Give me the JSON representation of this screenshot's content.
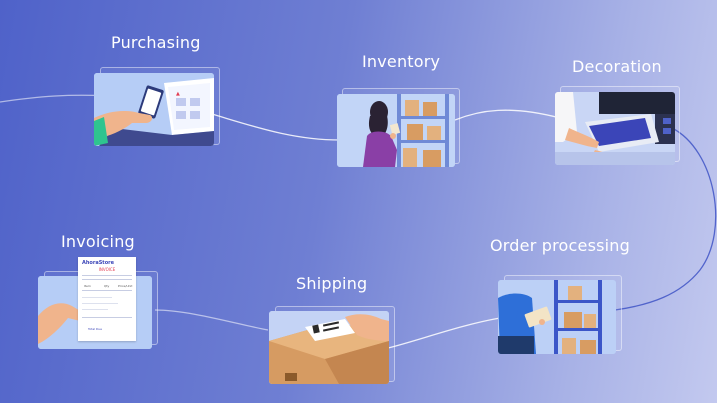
{
  "steps": {
    "purchasing": {
      "label": "Purchasing",
      "icon": "laptop-phone-icon"
    },
    "inventory": {
      "label": "Inventory",
      "icon": "warehouse-shelf-icon"
    },
    "decoration": {
      "label": "Decoration",
      "icon": "printing-press-icon"
    },
    "invoicing": {
      "label": "Invoicing",
      "icon": "invoice-document-icon"
    },
    "shipping": {
      "label": "Shipping",
      "icon": "package-box-icon"
    },
    "order_processing": {
      "label": "Order processing",
      "icon": "clipboard-worker-icon"
    }
  },
  "invoice_doc": {
    "brand": "AhoraStore",
    "heading": "INVOICE",
    "col_1": "Item",
    "col_2": "Qty",
    "col_3": "Price/Unit",
    "footer": "Total Due"
  },
  "colors": {
    "background_left": "#4f62c9",
    "background_right": "#c3c9ef",
    "card_fill": "#aac4f3",
    "connector": "#ffffff"
  }
}
